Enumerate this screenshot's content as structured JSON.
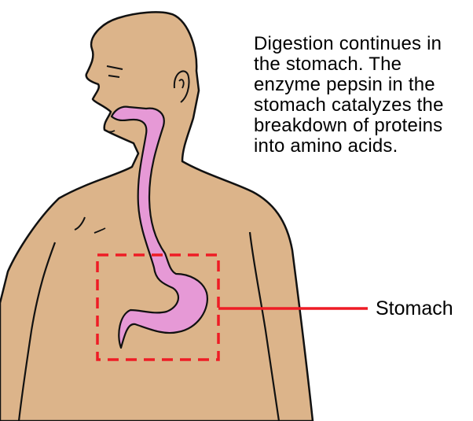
{
  "caption": {
    "lines": [
      "Digestion continues in",
      "the stomach. The",
      "enzyme pepsin in the",
      "stomach catalyzes the",
      "breakdown of proteins",
      "into amino acids."
    ]
  },
  "labels": {
    "stomach": "Stomach"
  },
  "colors": {
    "skin": "#dcb48a",
    "outline": "#111111",
    "digestive_tract": "#e699d6",
    "highlight_box": "#ee1c25",
    "text": "#000000",
    "background": "#ffffff"
  }
}
